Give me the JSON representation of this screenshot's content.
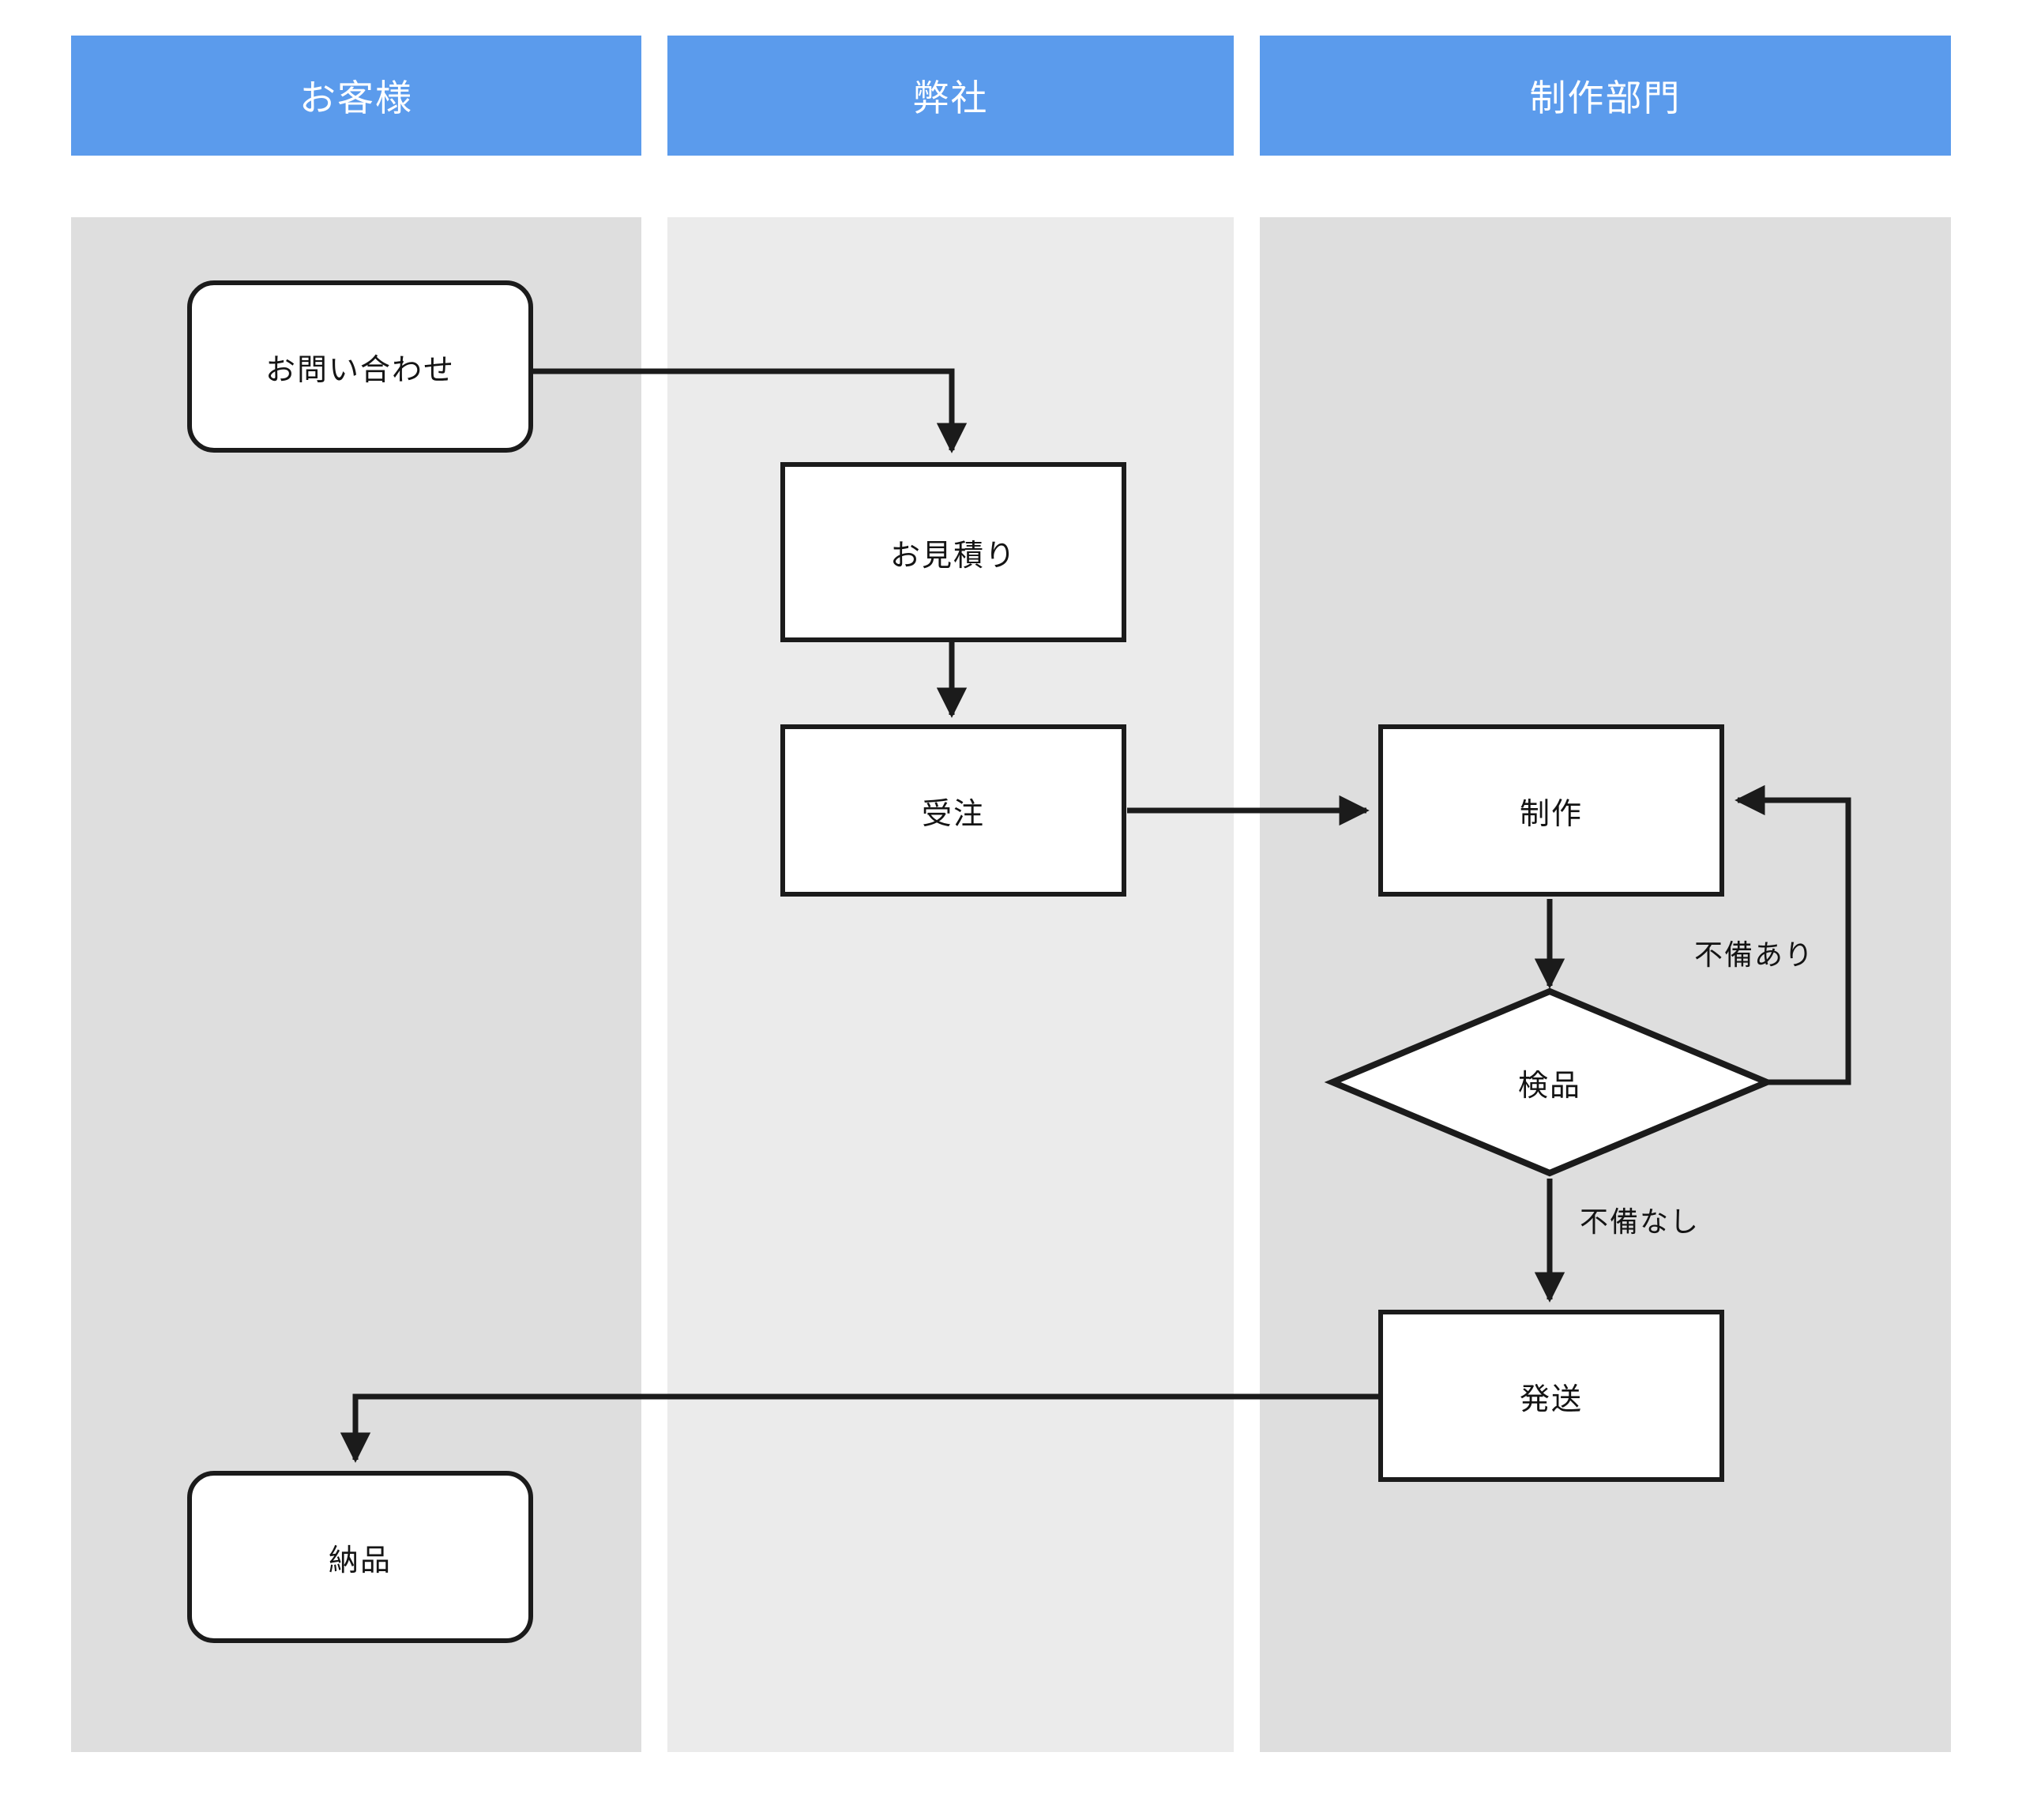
{
  "diagram": {
    "type": "swimlane-flowchart",
    "title": "",
    "colors": {
      "lane_header_bg": "#5b9bec",
      "lane_header_text": "#ffffff",
      "lane_body_customer": "#dedede",
      "lane_body_company": "#ebebeb",
      "lane_body_production": "#dedede",
      "node_fill": "#ffffff",
      "node_stroke": "#1b1b1b",
      "edge_stroke": "#1b1b1b",
      "canvas_bg": "#ffffff"
    },
    "lanes": [
      {
        "id": "customer",
        "label": "お客様"
      },
      {
        "id": "company",
        "label": "弊社"
      },
      {
        "id": "production",
        "label": "制作部門"
      }
    ],
    "nodes": [
      {
        "id": "inquiry",
        "label": "お問い合わせ",
        "shape": "rounded-rect",
        "lane": "customer"
      },
      {
        "id": "quote",
        "label": "お見積り",
        "shape": "rect",
        "lane": "company"
      },
      {
        "id": "order",
        "label": "受注",
        "shape": "rect",
        "lane": "company"
      },
      {
        "id": "produce",
        "label": "制作",
        "shape": "rect",
        "lane": "production"
      },
      {
        "id": "inspect",
        "label": "検品",
        "shape": "diamond",
        "lane": "production"
      },
      {
        "id": "ship",
        "label": "発送",
        "shape": "rect",
        "lane": "production"
      },
      {
        "id": "deliver",
        "label": "納品",
        "shape": "rounded-rect",
        "lane": "customer"
      }
    ],
    "edges": [
      {
        "from": "inquiry",
        "to": "quote",
        "label": ""
      },
      {
        "from": "quote",
        "to": "order",
        "label": ""
      },
      {
        "from": "order",
        "to": "produce",
        "label": ""
      },
      {
        "from": "produce",
        "to": "inspect",
        "label": ""
      },
      {
        "from": "inspect",
        "to": "produce",
        "label": "不備あり"
      },
      {
        "from": "inspect",
        "to": "ship",
        "label": "不備なし"
      },
      {
        "from": "ship",
        "to": "deliver",
        "label": ""
      }
    ],
    "edge_labels": {
      "defect_yes": "不備あり",
      "defect_no": "不備なし"
    }
  }
}
